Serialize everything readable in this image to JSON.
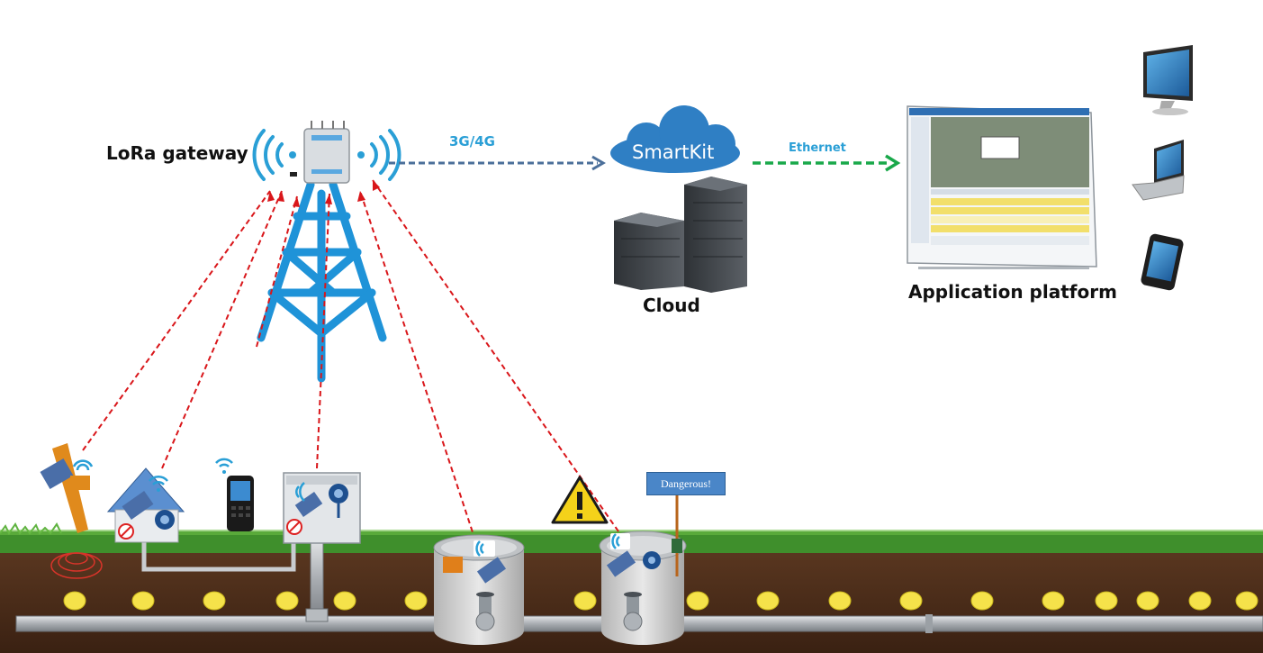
{
  "labels": {
    "gateway": "LoRa gateway",
    "link_3g4g": "3G/4G",
    "cloud_brand": "SmartKit",
    "link_ethernet": "Ethernet",
    "cloud": "Cloud",
    "app_platform": "Application platform",
    "warning_tag": "Dangerous!"
  },
  "colors": {
    "signal_blue": "#2a9fd6",
    "tower_blue": "#1f93d8",
    "lora_link_red": "#d9161a",
    "cellular_link": "#4b6f9a",
    "ethernet_green": "#19a84a",
    "cloud_fill": "#2f7fc4",
    "grass": "#3f8f2c",
    "soil": "#4a2b18",
    "pipe": "#b9bcc0",
    "marker_yellow": "#f5e24a"
  },
  "icons": [
    "wifi-signal-icon",
    "lora-gateway-icon",
    "radio-tower-icon",
    "cloud-icon",
    "server-icon",
    "monitor-icon",
    "laptop-icon",
    "smartphone-icon",
    "warning-icon",
    "sensor-icon",
    "valve-icon",
    "pipe-locator-icon",
    "handheld-terminal-icon",
    "house-icon",
    "cabinet-icon",
    "manhole-icon"
  ]
}
